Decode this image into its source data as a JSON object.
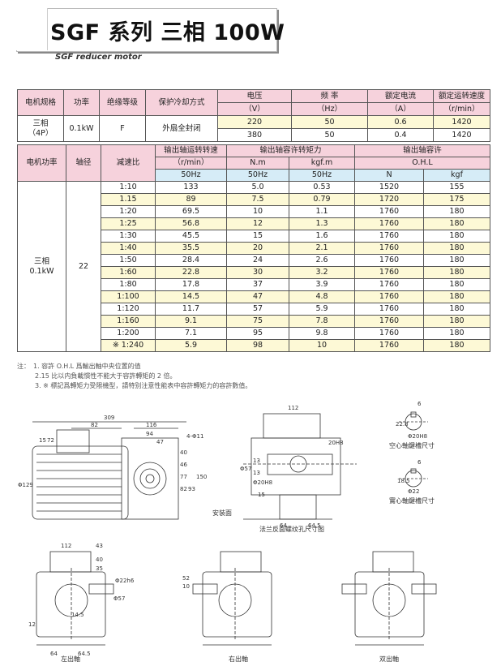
{
  "header": {
    "title": "SGF 系列 三相 100W",
    "subtitle": "SGF reducer motor"
  },
  "spec_table": {
    "headers": [
      "电机规格",
      "功率",
      "绝缘等级",
      "保护冷却方式",
      "电压",
      "（V）",
      "频 率",
      "（Hz）",
      "额定电流",
      "（A）",
      "额定运转速度",
      "（r/min）"
    ],
    "model": "三相",
    "model_poles": "（4P）",
    "power": "0.1kW",
    "insulation": "F",
    "cooling": "外扇全封闭",
    "rows": [
      {
        "voltage": "220",
        "freq": "50",
        "current": "0.6",
        "speed": "1420"
      },
      {
        "voltage": "380",
        "freq": "50",
        "current": "0.4",
        "speed": "1420"
      }
    ]
  },
  "ratio_table": {
    "headers": {
      "motor_power": "电机功率",
      "shaft_dia": "轴径",
      "ratio": "减速比",
      "out_speed": "输出轴运转转速",
      "out_speed_unit": "（r/min）",
      "out_torque": "输出轴容许转矩力",
      "nm": "N.m",
      "kgfm": "kgf.m",
      "ohl": "输出轴容许",
      "ohl_sub": "O.H.L",
      "n": "N",
      "kgf": "kgf",
      "hz1": "50Hz",
      "hz2": "50Hz",
      "hz3": "50Hz"
    },
    "motor_power": "三相",
    "motor_power2": "0.1kW",
    "shaft_dia": "22",
    "rows": [
      {
        "ratio": "1:10",
        "speed": "133",
        "nm": "5.0",
        "kgfm": "0.53",
        "n": "1520",
        "kgf": "155"
      },
      {
        "ratio": "1.15",
        "speed": "89",
        "nm": "7.5",
        "kgfm": "0.79",
        "n": "1720",
        "kgf": "175"
      },
      {
        "ratio": "1:20",
        "speed": "69.5",
        "nm": "10",
        "kgfm": "1.1",
        "n": "1760",
        "kgf": "180"
      },
      {
        "ratio": "1:25",
        "speed": "56.8",
        "nm": "12",
        "kgfm": "1.3",
        "n": "1760",
        "kgf": "180"
      },
      {
        "ratio": "1:30",
        "speed": "45.5",
        "nm": "15",
        "kgfm": "1.6",
        "n": "1760",
        "kgf": "180"
      },
      {
        "ratio": "1:40",
        "speed": "35.5",
        "nm": "20",
        "kgfm": "2.1",
        "n": "1760",
        "kgf": "180"
      },
      {
        "ratio": "1:50",
        "speed": "28.4",
        "nm": "24",
        "kgfm": "2.6",
        "n": "1760",
        "kgf": "180"
      },
      {
        "ratio": "1:60",
        "speed": "22.8",
        "nm": "30",
        "kgfm": "3.2",
        "n": "1760",
        "kgf": "180"
      },
      {
        "ratio": "1:80",
        "speed": "17.8",
        "nm": "37",
        "kgfm": "3.9",
        "n": "1760",
        "kgf": "180"
      },
      {
        "ratio": "1:100",
        "speed": "14.5",
        "nm": "47",
        "kgfm": "4.8",
        "n": "1760",
        "kgf": "180"
      },
      {
        "ratio": "1:120",
        "speed": "11.7",
        "nm": "57",
        "kgfm": "5.9",
        "n": "1760",
        "kgf": "180"
      },
      {
        "ratio": "1:160",
        "speed": "9.1",
        "nm": "75",
        "kgfm": "7.8",
        "n": "1760",
        "kgf": "180"
      },
      {
        "ratio": "1:200",
        "speed": "7.1",
        "nm": "95",
        "kgfm": "9.8",
        "n": "1760",
        "kgf": "180"
      },
      {
        "ratio": "※ 1:240",
        "speed": "5.9",
        "nm": "98",
        "kgfm": "10",
        "n": "1760",
        "kgf": "180"
      }
    ]
  },
  "notes": {
    "prefix": "注：",
    "items": [
      "1. 容許 O.H.L 爲輸出軸中央位置的值",
      "2.15 比以内負載慣性不能大于容許轉矩的 2 倍。",
      "3. ※ 標記爲轉矩力受限機型，請特别注意性能表中容許轉矩力的容許數值。"
    ]
  },
  "drawings": {
    "dims_main": [
      "309",
      "82",
      "116",
      "94",
      "47",
      "4-Φ11",
      "40",
      "46",
      "77",
      "82",
      "93",
      "150",
      "Φ129",
      "15",
      "72"
    ],
    "flange_dims": [
      "112",
      "13",
      "13",
      "20H8",
      "Φ57",
      "Φ20H8",
      "15",
      "64",
      "64.5"
    ],
    "captions": {
      "hollow_key": "空心軸鍵槽尺寸",
      "solid_key": "實心軸鍵槽尺寸",
      "flange_holes": "法兰反面螺纹孔尺寸图",
      "mount_face": "安装面",
      "left_shaft": "左出軸",
      "right_shaft": "右出軸",
      "double_shaft": "双出軸"
    },
    "key_dims": [
      "6",
      "22.8",
      "Φ20H8",
      "6",
      "18.5",
      "Φ22"
    ],
    "shaft_view_dims": [
      "112",
      "43",
      "40",
      "35",
      "Φ22h6",
      "Φ57",
      "14.5",
      "12",
      "64",
      "64.5",
      "52",
      "10"
    ]
  }
}
